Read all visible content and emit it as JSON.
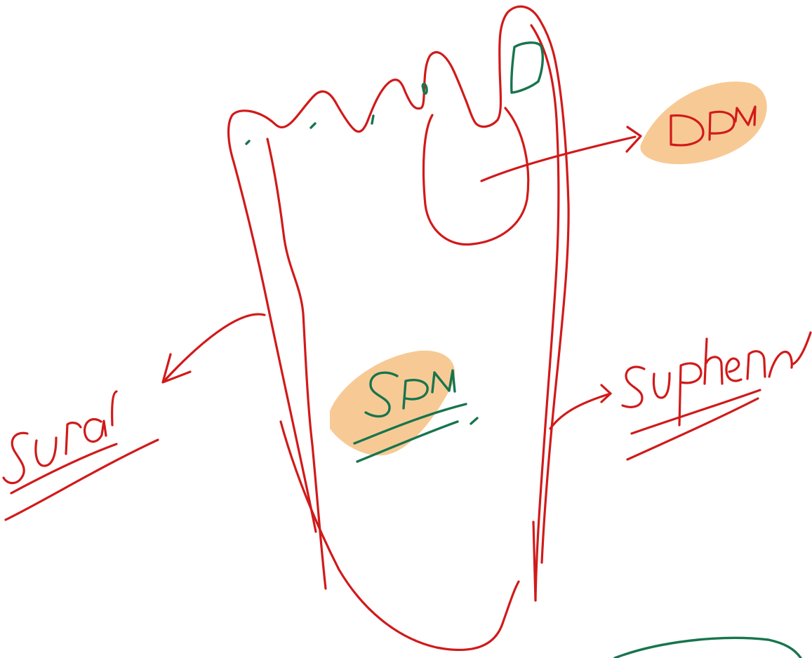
{
  "labels": {
    "dpn": "DPN",
    "spn": "SPN",
    "sural": "Sural",
    "saphenous": "Saphenus"
  },
  "colors": {
    "red_ink": "#d11a1a",
    "green_ink": "#17754d",
    "highlight": "#f6c48a",
    "background": "#ffffff"
  }
}
